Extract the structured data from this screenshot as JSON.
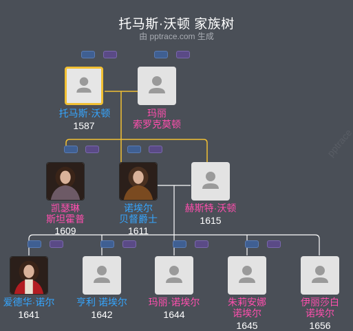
{
  "header": {
    "title": "托马斯·沃顿 家族树",
    "subtitle": "由 pptrace.com 生成",
    "watermark": "pptrace"
  },
  "colors": {
    "background": "#4a4f57",
    "male": "#35a6ff",
    "female": "#ff4fae",
    "highlight_line": "#f2c033",
    "line": "#ffffff"
  },
  "people": [
    {
      "id": "thomas",
      "name": "托马斯·沃顿",
      "year": "1587",
      "gender": "male",
      "selected": true,
      "icon": "person-icon"
    },
    {
      "id": "mary-s",
      "name": "玛丽\n索罗克莫顿",
      "year": "",
      "gender": "female",
      "icon": "person-icon"
    },
    {
      "id": "katherine",
      "name": "凯瑟琳\n斯坦霍普",
      "year": "1609",
      "gender": "female",
      "icon": "portrait-photo"
    },
    {
      "id": "noel-baron",
      "name": "诺埃尔\n贝督爵士",
      "year": "1611",
      "gender": "male",
      "icon": "portrait-photo"
    },
    {
      "id": "hester",
      "name": "赫斯特·沃顿",
      "year": "1615",
      "gender": "female",
      "icon": "person-icon"
    },
    {
      "id": "edward",
      "name": "爱德华·诺尔",
      "year": "1641",
      "gender": "male",
      "icon": "portrait-photo"
    },
    {
      "id": "henry",
      "name": "亨利 诺埃尔",
      "year": "1642",
      "gender": "male",
      "icon": "person-icon"
    },
    {
      "id": "mary-n",
      "name": "玛丽·诺埃尔",
      "year": "1644",
      "gender": "female",
      "icon": "person-icon"
    },
    {
      "id": "juliana",
      "name": "朱莉安娜\n诺埃尔",
      "year": "1645",
      "gender": "female",
      "icon": "person-icon"
    },
    {
      "id": "elizabeth",
      "name": "伊丽莎白\n诺埃尔",
      "year": "1656",
      "gender": "female",
      "icon": "person-icon"
    }
  ]
}
